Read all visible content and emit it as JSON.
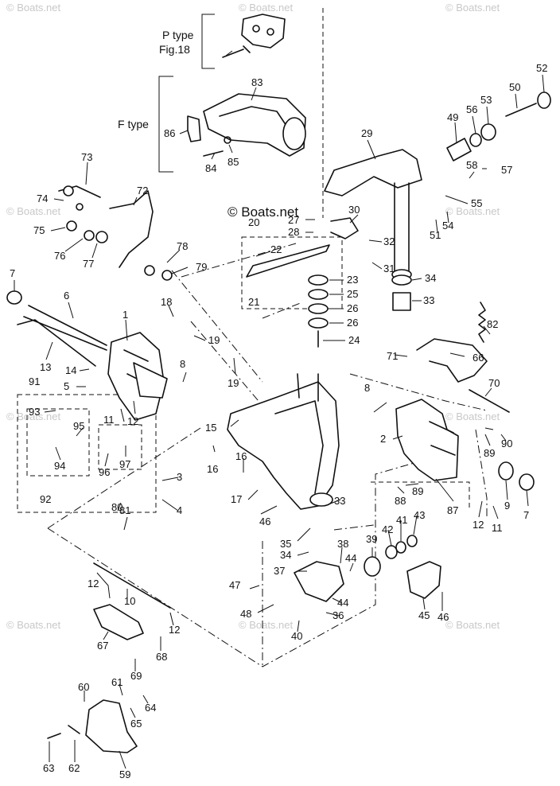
{
  "diagram": {
    "variants": {
      "p_type": "P type",
      "p_type_figure": "Fig.18",
      "f_type": "F type"
    },
    "watermark": {
      "main": "© Boats.net",
      "repeat": "© Boats.net"
    },
    "callouts": {
      "n1": "1",
      "n2": "2",
      "n3": "3",
      "n4": "4",
      "n5": "5",
      "n6": "6",
      "n7": "7",
      "n8": "8",
      "n9": "9",
      "n10": "10",
      "n11": "11",
      "n12": "12",
      "n13": "13",
      "n14": "14",
      "n15": "15",
      "n16": "16",
      "n17": "17",
      "n18": "18",
      "n19": "19",
      "n20": "20",
      "n21": "21",
      "n22": "22",
      "n23": "23",
      "n24": "24",
      "n25": "25",
      "n26": "26",
      "n27": "27",
      "n28": "28",
      "n29": "29",
      "n30": "30",
      "n31": "31",
      "n32": "32",
      "n33": "33",
      "n34": "34",
      "n35": "35",
      "n36": "36",
      "n37": "37",
      "n38": "38",
      "n39": "39",
      "n40": "40",
      "n41": "41",
      "n42": "42",
      "n43": "43",
      "n44": "44",
      "n45": "45",
      "n46": "46",
      "n47": "47",
      "n48": "48",
      "n49": "49",
      "n50": "50",
      "n51": "51",
      "n52": "52",
      "n53": "53",
      "n54": "54",
      "n55": "55",
      "n56": "56",
      "n57": "57",
      "n58": "58",
      "n59": "59",
      "n60": "60",
      "n61": "61",
      "n62": "62",
      "n63": "63",
      "n64": "64",
      "n65": "65",
      "n66": "66",
      "n67": "67",
      "n68": "68",
      "n69": "69",
      "n70": "70",
      "n71": "71",
      "n72": "72",
      "n73": "73",
      "n74": "74",
      "n75": "75",
      "n76": "76",
      "n77": "77",
      "n78": "78",
      "n79": "79",
      "n80": "80",
      "n81": "81",
      "n82": "82",
      "n83": "83",
      "n84": "84",
      "n85": "85",
      "n86": "86",
      "n87": "87",
      "n88": "88",
      "n89": "89",
      "n90": "90",
      "n91": "91",
      "n92": "92",
      "n93": "93",
      "n94": "94",
      "n95": "95",
      "n96": "96",
      "n97": "97"
    }
  }
}
